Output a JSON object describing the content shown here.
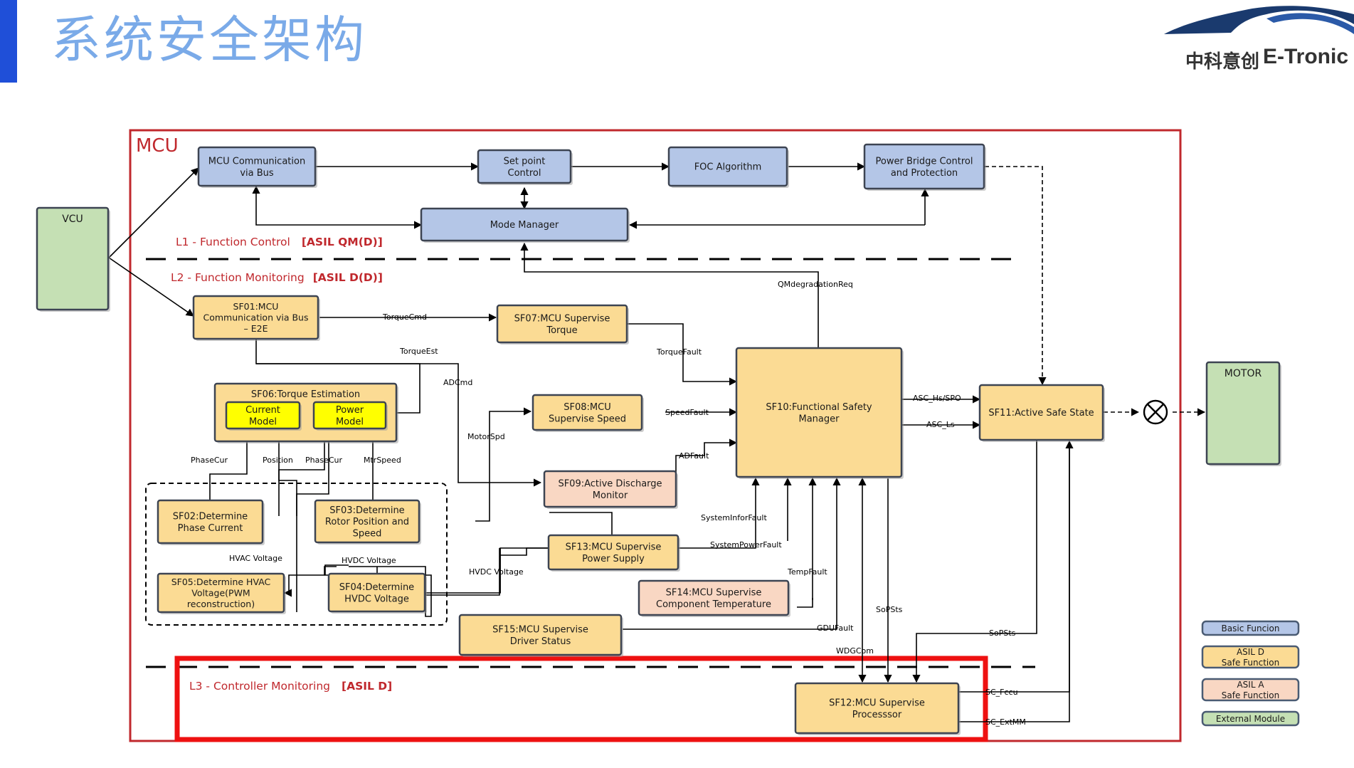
{
  "header": {
    "title": "系统安全架构",
    "logo_cn": "中科意创",
    "logo_en": "E-Tronic"
  },
  "colors": {
    "basic": "#b4c6e7",
    "asil_d": "#fbdb94",
    "asil_a": "#f9d7c3",
    "external": "#c5e0b4",
    "yellow": "#ffff00",
    "mcu_border": "#c0282d",
    "highlight": "#ee1111",
    "title": "#7aaae8",
    "accent": "#1f4fd8"
  },
  "mcu_label": "MCU",
  "layers": {
    "l1": {
      "name": "L1 - Function Control",
      "asil": "[ASIL QM(D)]"
    },
    "l2": {
      "name": "L2 - Function Monitoring",
      "asil": "[ASIL D(D)]"
    },
    "l3": {
      "name": "L3 - Controller Monitoring",
      "asil": "[ASIL D]"
    }
  },
  "nodes": {
    "vcu": [
      "VCU"
    ],
    "motor": [
      "MOTOR"
    ],
    "mcu_comm": [
      "MCU Communication",
      "via Bus"
    ],
    "setpoint": [
      "Set point",
      "Control"
    ],
    "foc": [
      "FOC Algorithm"
    ],
    "power_bridge": [
      "Power Bridge Control",
      "and Protection"
    ],
    "mode_manager": [
      "Mode Manager"
    ],
    "sf01": [
      "SF01:MCU",
      "Communication via Bus",
      "– E2E"
    ],
    "sf07": [
      "SF07:MCU Supervise",
      "Torque"
    ],
    "sf06": [
      "SF06:Torque Estimation"
    ],
    "current_model": [
      "Current",
      "Model"
    ],
    "power_model": [
      "Power",
      "Model"
    ],
    "sf08": [
      "SF08:MCU",
      "Supervise Speed"
    ],
    "sf09": [
      "SF09:Active Discharge",
      "Monitor"
    ],
    "sf10": [
      "SF10:Functional Safety",
      "Manager"
    ],
    "sf11": [
      "SF11:Active Safe State"
    ],
    "sf02": [
      "SF02:Determine",
      "Phase Current"
    ],
    "sf03": [
      "SF03:Determine",
      "Rotor Position and",
      "Speed"
    ],
    "sf05": [
      "SF05:Determine HVAC",
      "Voltage(PWM",
      "reconstruction)"
    ],
    "sf04": [
      "SF04:Determine",
      "HVDC Voltage"
    ],
    "sf13": [
      "SF13:MCU Supervise",
      "Power Supply"
    ],
    "sf14": [
      "SF14:MCU Supervise",
      "Component Temperature"
    ],
    "sf15": [
      "SF15:MCU Supervise",
      "Driver Status"
    ],
    "sf12": [
      "SF12:MCU Supervise",
      "Processsor"
    ]
  },
  "signals": {
    "torque_cmd": "TorqueCmd",
    "torque_est": "TorqueEst",
    "torque_fault": "TorqueFault",
    "qm_degradation": "QMdegradationReq",
    "adcmd": "ADCmd",
    "speed_fault": "SpeedFault",
    "motor_spd": "MotorSpd",
    "ad_fault": "ADFault",
    "asc_hs": "ASC_Hs/SPO",
    "asc_ls": "ASC_Ls",
    "phase_cur_1": "PhaseCur",
    "position": "Position",
    "phase_cur_2": "PhaseCur",
    "mtr_speed": "MtrSpeed",
    "hvac_voltage": "HVAC Voltage",
    "hvdc_voltage_1": "HVDC Voltage",
    "hvdc_voltage_2": "HVDC Voltage",
    "system_infor_fault": "SystemInforFault",
    "system_power_fault": "SystemPowerFault",
    "temp_fault": "TempFault",
    "gdu_fault": "GDUFault",
    "wdg_com": "WDGCom",
    "sopsts_1": "SoPSts",
    "sopsts_2": "SoPSts",
    "sc_fccu": "SC_Fccu",
    "sc_extmm": "SC_ExtMM"
  },
  "legend": {
    "basic": [
      "Basic Funcion"
    ],
    "asil_d": [
      "ASIL D",
      "Safe Function"
    ],
    "asil_a": [
      "ASIL A",
      "Safe Function"
    ],
    "external": [
      "External Module"
    ]
  }
}
